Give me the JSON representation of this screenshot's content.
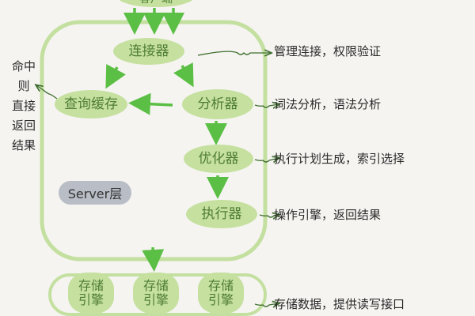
{
  "client": {
    "label": "客户端"
  },
  "server": {
    "label": "Server层",
    "connector": "连接器",
    "query_cache": "查询缓存",
    "analyzer": "分析器",
    "optimizer": "优化器",
    "executor": "执行器"
  },
  "cache_note": [
    "命中",
    "则",
    "直接",
    "返回",
    "结果"
  ],
  "notes": {
    "connector": "管理连接，权限验证",
    "analyzer": "词法分析，语法分析",
    "optimizer": "执行计划生成，索引选择",
    "executor": "操作引擎，返回结果",
    "storage": "存储数据，提供读写接口"
  },
  "storage": {
    "engines": [
      "存储引擎",
      "存储引擎",
      "存储引擎"
    ]
  },
  "colors": {
    "node_fill": "#c5e09f",
    "container_stroke": "#c4e0a0",
    "arrow": "#5cbf45",
    "server_badge": "#b9bdc6"
  }
}
